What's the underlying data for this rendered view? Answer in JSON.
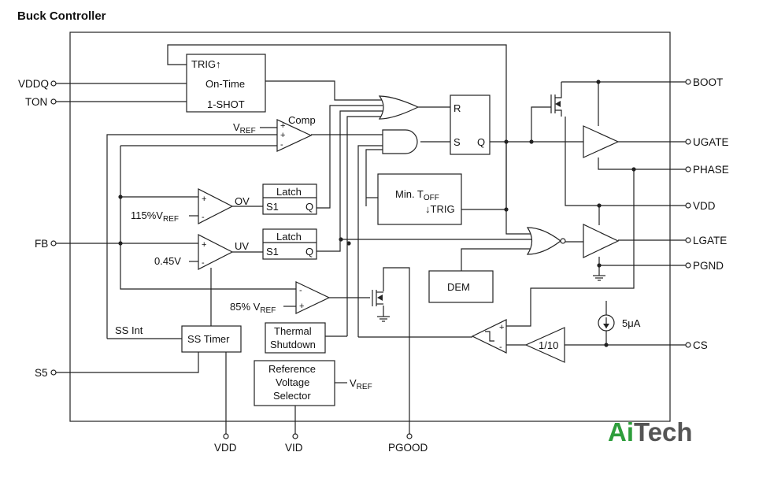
{
  "title": "Buck Controller",
  "watermark": {
    "text_a": "Ai",
    "text_b": "Tech",
    "color_a": "#2e9e3c",
    "color_b": "#555555"
  },
  "pins_left": {
    "vddq": "VDDQ",
    "ton": "TON",
    "fb": "FB",
    "s5": "S5"
  },
  "pins_right": {
    "boot": "BOOT",
    "ugate": "UGATE",
    "phase": "PHASE",
    "vdd": "VDD",
    "lgate": "LGATE",
    "pgnd": "PGND",
    "cs": "CS"
  },
  "pins_bottom": {
    "vdd": "VDD",
    "vid": "VID",
    "pgood": "PGOOD"
  },
  "blocks": {
    "oneshot": {
      "trig": "TRIG↑",
      "ontime": "On-Time",
      "shot": "1-SHOT"
    },
    "latch_ov": {
      "title": "Latch",
      "s1": "S1",
      "q": "Q"
    },
    "latch_uv": {
      "title": "Latch",
      "s1": "S1",
      "q": "Q"
    },
    "sr": {
      "r": "R",
      "s": "S",
      "q": "Q"
    },
    "mintoff": {
      "line1": "Min. T",
      "sub": "OFF",
      "line2": "↓TRIG"
    },
    "dem": "DEM",
    "ss_timer": "SS Timer",
    "thermal": {
      "line1": "Thermal",
      "line2": "Shutdown"
    },
    "refsel": {
      "line1": "Reference",
      "line2": "Voltage",
      "line3": "Selector"
    },
    "div": "1/10"
  },
  "labels": {
    "comp": "Comp",
    "vref_comp": {
      "main": "V",
      "sub": "REF"
    },
    "ov": "OV",
    "uv": "UV",
    "ov_ref": {
      "main": "115%V",
      "sub": "REF"
    },
    "uv_ref": "0.45V",
    "pg_ref": {
      "main": "85% V",
      "sub": "REF"
    },
    "ss_int": "SS Int",
    "vref_out": {
      "main": "V",
      "sub": "REF"
    },
    "current_src": "5μA"
  }
}
